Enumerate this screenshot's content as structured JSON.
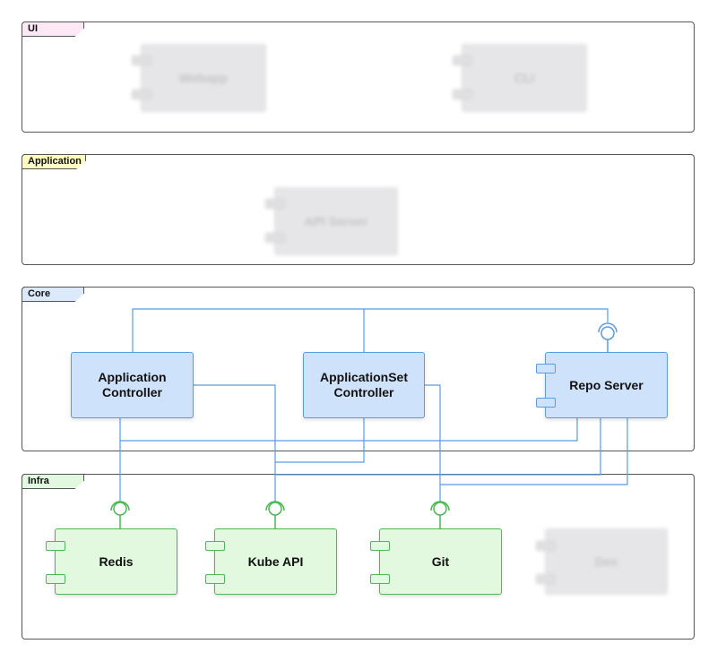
{
  "layers": {
    "ui": {
      "label": "UI",
      "color": "#fde8f6"
    },
    "application": {
      "label": "Application",
      "color": "#fffcc2"
    },
    "core": {
      "label": "Core",
      "color": "#dbe9fb"
    },
    "infra": {
      "label": "Infra",
      "color": "#e3f8e0"
    }
  },
  "components": {
    "webapp": "Webapp",
    "cli": "CLI",
    "api_server": "API Server",
    "application_controller": "Application\nController",
    "applicationset_controller": "ApplicationSet\nController",
    "repo_server": "Repo Server",
    "redis": "Redis",
    "kube_api": "Kube API",
    "git": "Git",
    "dex": "Dex"
  },
  "colors": {
    "core_fill": "#cfe2fb",
    "core_stroke": "#5b9be0",
    "infra_fill": "#e2f8df",
    "infra_stroke": "#4cb852",
    "ghost_fill": "#e6e6e8",
    "wire": "#5b9be0"
  }
}
